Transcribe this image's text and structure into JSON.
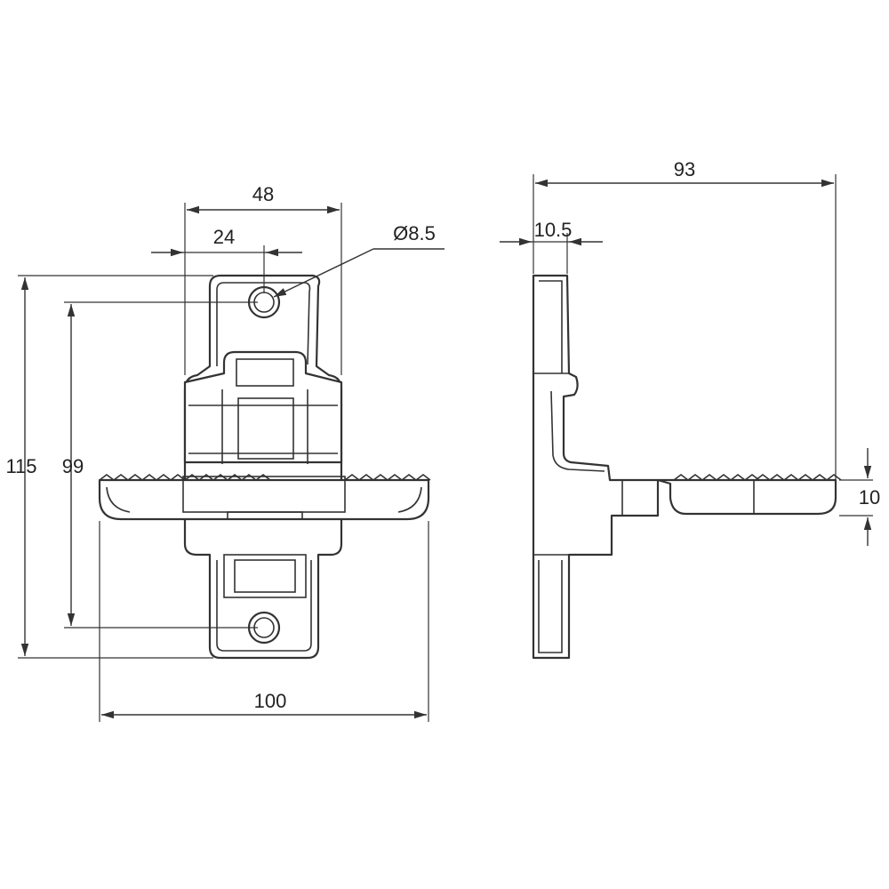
{
  "drawing": {
    "front_view": {
      "dim_width_total": "100",
      "dim_bracket_width": "48",
      "dim_hole_offset": "24",
      "dim_hole_diameter": "Ø8.5",
      "dim_height_total": "115",
      "dim_hole_spacing": "99"
    },
    "side_view": {
      "dim_depth_total": "93",
      "dim_plate_thickness": "10.5",
      "dim_step_thickness": "10"
    }
  },
  "colors": {
    "line": "#333333",
    "background": "#ffffff"
  }
}
